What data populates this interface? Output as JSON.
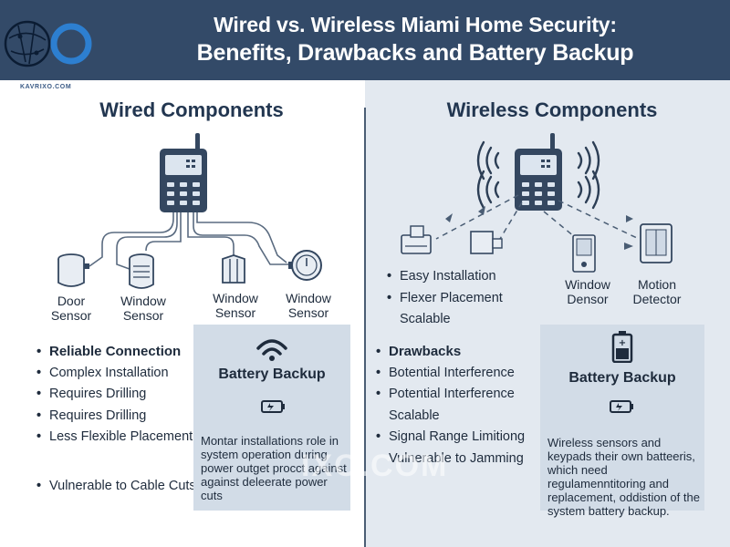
{
  "header": {
    "title_line1": "Wired vs. Wireless Miami Home Security:",
    "title_line2": "Benefits, Drawbacks and Battery Backup",
    "brand": "KAVRIXO.COM"
  },
  "wired": {
    "title": "Wired Components",
    "sensors": [
      {
        "line1": "Door",
        "line2": "Sensor"
      },
      {
        "line1": "Window",
        "line2": "Sensor"
      },
      {
        "line1": "Window",
        "line2": "Sensor"
      },
      {
        "line1": "Window",
        "line2": "Sensor"
      }
    ],
    "bullets": [
      "Reliable Connection",
      "Complex Installation",
      "Requires Drilling",
      "Requires Drilling",
      "Less Flexible Placement"
    ],
    "extra_bullet": "Vulnerable to Cable Cuts",
    "battery": {
      "title": "Battery Backup",
      "text": "Montar installations role in system operation during power outget procct against against deleerate power cuts"
    }
  },
  "wireless": {
    "title": "Wireless Components",
    "sensors": [
      {
        "line1": "Window",
        "line2": "Densor"
      },
      {
        "line1": "Motion",
        "line2": "Detector"
      }
    ],
    "benefits": [
      "Easy Installation",
      "Flexer Placement",
      "Scalable"
    ],
    "bullets": [
      "Drawbacks",
      "Botential Interference",
      "Potential Interference",
      "Scalable",
      "Signal Range Limitiong",
      "Vulnerable to Jamming"
    ],
    "battery": {
      "title": "Battery Backup",
      "battery_level": "+",
      "text": "Wireless sensors and keypads their own batteeris, which need regulamenntitoring and replacement, oddistion of the system battery backup."
    }
  },
  "watermark": "IXO.COM",
  "colors": {
    "header_bg": "#334a68",
    "panel_bg": "#e3e9f0",
    "box_bg": "#d2dce7",
    "device": "#344760",
    "text": "#1e2b3c"
  }
}
